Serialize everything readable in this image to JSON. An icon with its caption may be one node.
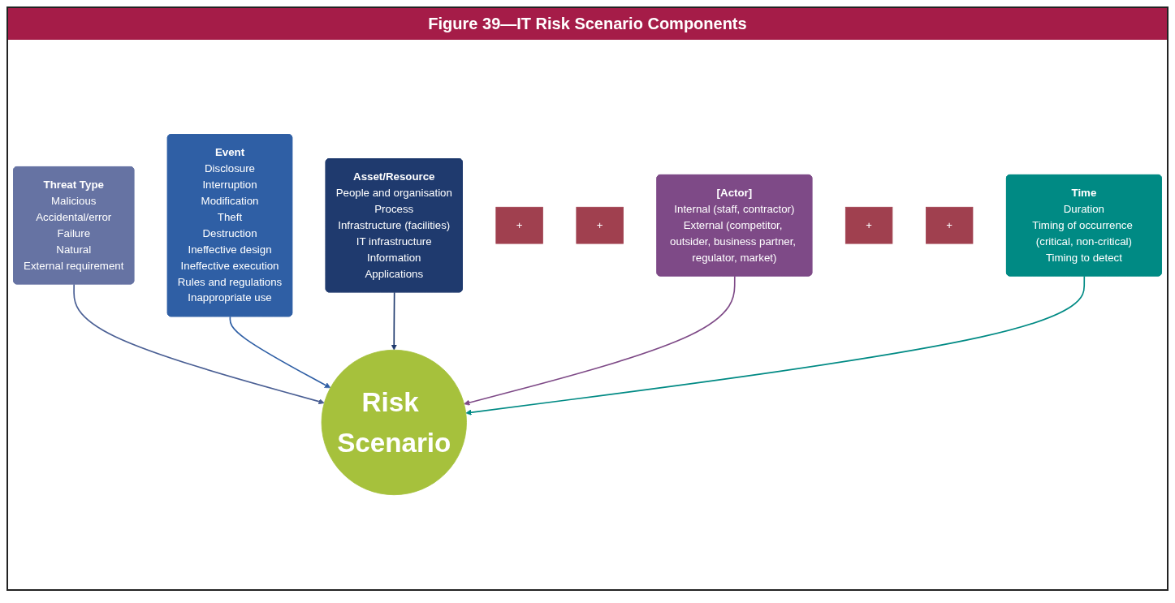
{
  "diagram": {
    "title": "Figure 39—IT Risk Scenario Components",
    "nodes": [
      {
        "text": [
          "Threat Type",
          "Malicious",
          "Accidental/error",
          "Failure",
          "Natural",
          "External requirement"
        ]
      },
      {
        "text": [
          "Event",
          "Disclosure",
          "Interruption",
          "Modification",
          "Theft",
          "Destruction",
          "Ineffective design",
          "Ineffective execution",
          "Rules and regulations",
          "Inappropriate use"
        ]
      },
      {
        "text": [
          "Asset/Resource",
          "People and organisation",
          "Process",
          "Infrastructure (facilities)",
          "IT infrastructure",
          "Information",
          "Applications"
        ]
      },
      {
        "text": [
          "+"
        ]
      },
      {
        "text": [
          "+"
        ]
      },
      {
        "text": [
          "[Actor]",
          "Internal (staff, contractor)",
          "External (competitor, outsider, business partner, regulator, market)"
        ]
      },
      {
        "text": [
          "+"
        ]
      },
      {
        "text": [
          "+"
        ]
      },
      {
        "text": [
          "Time",
          "Duration",
          "Timing of occurrence (critical, non-critical)",
          "Timing to detect"
        ]
      },
      {
        "text": [
          "Risk Scenario"
        ]
      }
    ],
    "edges": [
      {
        "from": 0,
        "to": 9,
        "arrow": "to",
        "color": "#4a5f94"
      },
      {
        "from": 1,
        "to": 9,
        "arrow": "to",
        "color": "#2f5fa5"
      },
      {
        "from": 2,
        "to": 9,
        "arrow": "to",
        "color": "#1f3a6e"
      },
      {
        "from": 5,
        "to": 9,
        "arrow": "to",
        "color": "#7e4a87"
      },
      {
        "from": 8,
        "to": 9,
        "arrow": "to",
        "color": "#008a84"
      }
    ]
  }
}
